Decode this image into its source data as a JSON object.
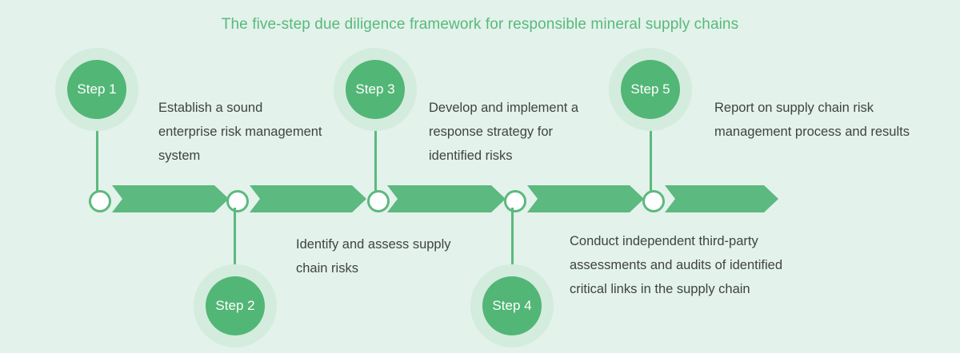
{
  "title": "The five-step due diligence framework for responsible mineral supply chains",
  "colors": {
    "background": "#e3f2ea",
    "accent_green": "#5cb97f",
    "bubble_disc": "#52b676",
    "bubble_halo": "#d3ecdd",
    "title_text": "#58b97c",
    "body_text": "#3f4442",
    "node_fill": "#ffffff"
  },
  "chart_data": {
    "type": "diagram",
    "title": "The five-step due diligence framework for responsible mineral supply chains",
    "layout": "horizontal-chevron-timeline",
    "steps": [
      {
        "label": "Step 1",
        "description": "Establish a sound enterprise risk management system",
        "position": "above"
      },
      {
        "label": "Step 2",
        "description": "Identify and assess supply chain risks",
        "position": "below"
      },
      {
        "label": "Step 3",
        "description": "Develop and implement a response strategy for identified risks",
        "position": "above"
      },
      {
        "label": "Step 4",
        "description": "Conduct independent third-party assessments and audits of identified critical links in the supply chain",
        "position": "below"
      },
      {
        "label": "Step 5",
        "description": "Report on supply chain risk management process and results",
        "position": "above"
      }
    ]
  }
}
